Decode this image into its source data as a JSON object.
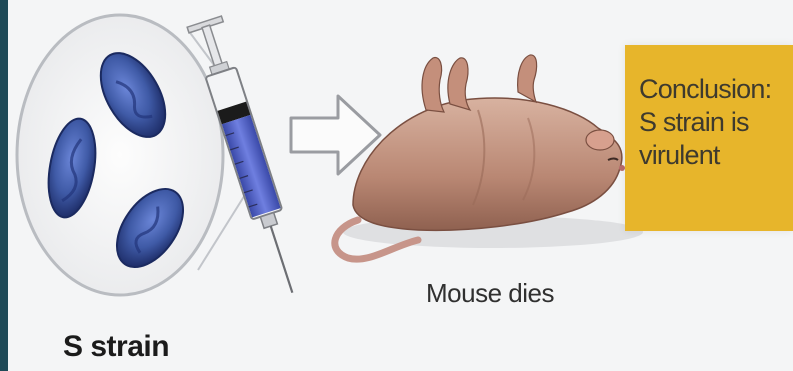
{
  "labels": {
    "strain": "S strain",
    "outcome": "Mouse dies",
    "conclusion": "Conclusion: S strain is virulent"
  },
  "colors": {
    "frame": "#1f4a57",
    "bacteria": "#3f5aa6",
    "syringe_fluid": "#5465c8",
    "mouse_fur": "#c79a86",
    "conclusion_bg": "#e7b52b"
  },
  "icons": [
    "petri-dish",
    "bacterium",
    "syringe",
    "arrow-right",
    "dead-mouse"
  ]
}
